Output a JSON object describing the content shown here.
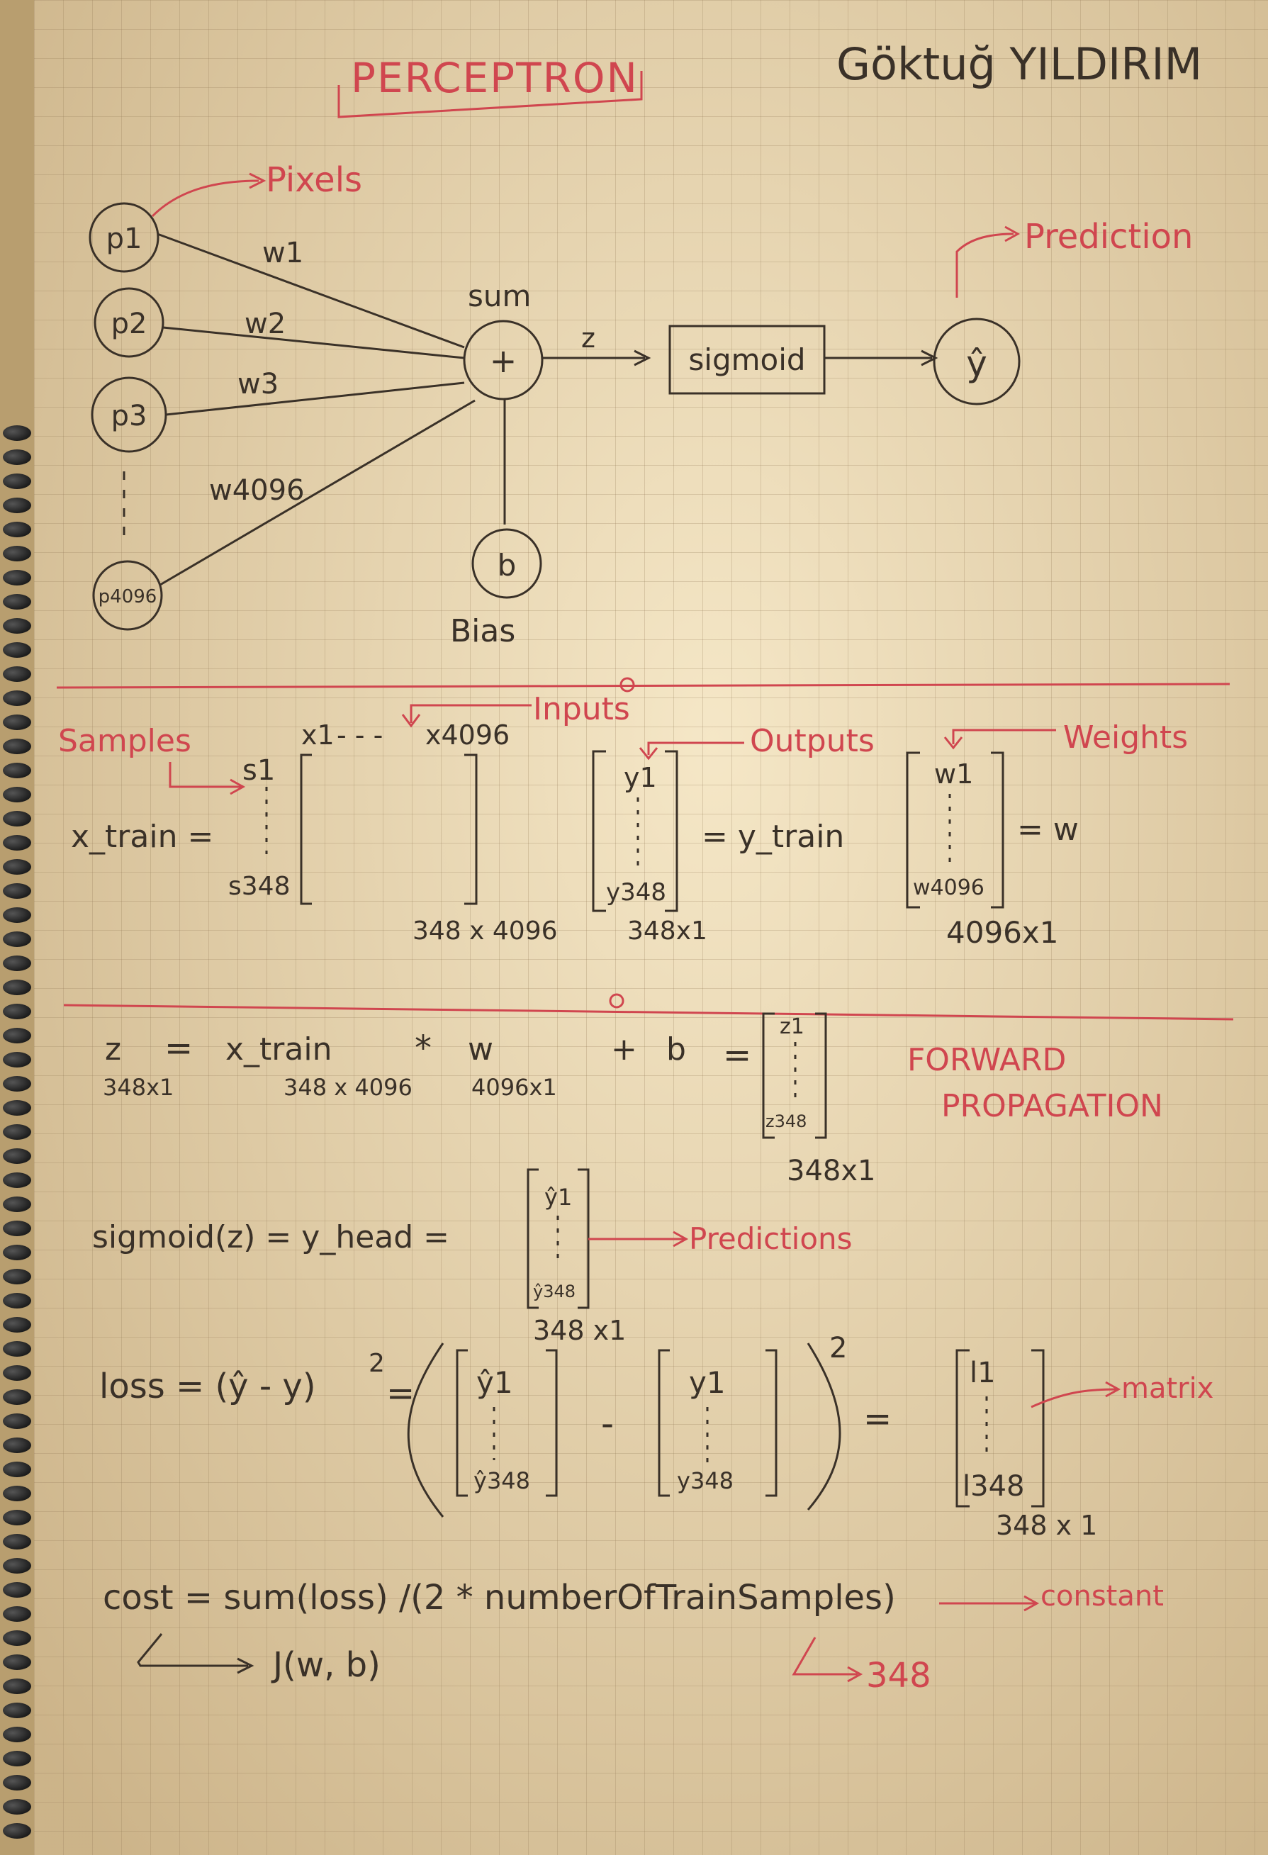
{
  "header": {
    "title": "PERCEPTRON",
    "author": "Göktuğ YILDIRIM"
  },
  "diagram": {
    "pixels_label": "Pixels",
    "prediction_label": "Prediction",
    "inputs": [
      "p1",
      "p2",
      "p3",
      "p4096"
    ],
    "weights": [
      "w1",
      "w2",
      "w3",
      "w4096"
    ],
    "sum_label": "sum",
    "sum_symbol": "+",
    "z_label": "z",
    "activation": "sigmoid",
    "output": "ŷ",
    "bias_node": "b",
    "bias_label": "Bias"
  },
  "matrices": {
    "samples_label": "Samples",
    "inputs_label": "Inputs",
    "outputs_label": "Outputs",
    "weights_label": "Weights",
    "x_range_start": "x1",
    "x_range_end": "x4096",
    "x_range_dash": "- - -",
    "s_first": "s1",
    "s_last": "s348",
    "x_train_label": "x_train =",
    "x_train_dim": "348 x 4096",
    "y_first": "y1",
    "y_last": "y348",
    "y_train_label": "= y_train",
    "y_train_dim": "348x1",
    "w_first": "w1",
    "w_last": "w4096",
    "w_label": "= w",
    "w_dim": "4096x1"
  },
  "forward": {
    "eq_z": "z",
    "eq_eq1": "=",
    "eq_xtrain": "x_train",
    "eq_times": "*",
    "eq_w": "w",
    "eq_plus": "+",
    "eq_b": "b",
    "eq_eq2": "=",
    "z_dim": "348x1",
    "xtrain_dim": "348 x 4096",
    "w_dim": "4096x1",
    "z_first": "z1",
    "z_last": "z348",
    "result_dim": "348x1",
    "note_line1": "FORWARD",
    "note_line2": "PROPAGATION",
    "sigmoid_eq": "sigmoid(z) = y_head =",
    "yhead_first": "ŷ1",
    "yhead_last": "ŷ348",
    "yhead_dim": "348 x1",
    "predictions_label": "Predictions",
    "loss_eq": "loss = (ŷ - y)",
    "loss_exp": "2",
    "loss_eq_sign": "=",
    "loss_yhat_first": "ŷ1",
    "loss_yhat_last": "ŷ348",
    "loss_minus": "-",
    "loss_y_first": "y1",
    "loss_y_last": "y348",
    "loss_outer_exp": "2",
    "loss_result_eq": "=",
    "loss_l_first": "l1",
    "loss_l_last": "l348",
    "loss_dim": "348 x 1",
    "matrix_label": "matrix",
    "cost_eq": "cost = sum(loss) /(2 * numberOfTrainSamples)",
    "constant_label": "constant",
    "cost_alias": "J(w, b)",
    "samples_value": "348"
  }
}
